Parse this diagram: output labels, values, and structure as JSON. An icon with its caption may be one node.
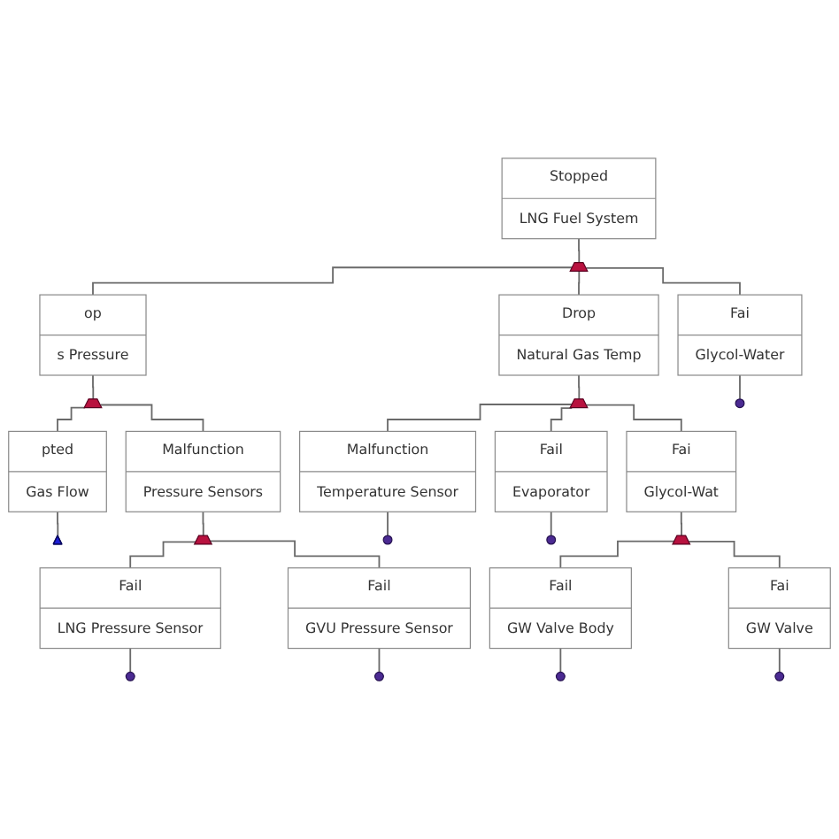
{
  "diagram": {
    "nodes": [
      {
        "text": [
          "Stopped",
          "LNG Fuel System"
        ]
      },
      {
        "text": [],
        "shape": "arch"
      },
      {
        "text": [
          "op",
          "s Pressure"
        ]
      },
      {
        "text": [
          "Drop",
          "Natural Gas Temp"
        ]
      },
      {
        "text": [
          "Fai",
          "Glycol-Water"
        ]
      },
      {
        "text": [],
        "shape": "arch"
      },
      {
        "text": [],
        "shape": "arch"
      },
      {
        "text": [],
        "shape": "circle"
      },
      {
        "text": [
          "pted",
          "Gas Flow"
        ]
      },
      {
        "text": [
          "Malfunction",
          "Pressure Sensors"
        ]
      },
      {
        "text": [
          "Malfunction",
          "Temperature Sensor"
        ]
      },
      {
        "text": [
          "Fail",
          "Evaporator"
        ]
      },
      {
        "text": [
          "Fai",
          "Glycol-Wat"
        ]
      },
      {
        "text": [],
        "shape": "triangle"
      },
      {
        "text": [],
        "shape": "arch"
      },
      {
        "text": [],
        "shape": "circle"
      },
      {
        "text": [],
        "shape": "circle"
      },
      {
        "text": [],
        "shape": "arch"
      },
      {
        "text": [
          "Fail",
          "LNG Pressure Sensor"
        ]
      },
      {
        "text": [
          "Fail",
          "GVU Pressure Sensor"
        ]
      },
      {
        "text": [
          "Fail",
          "GW Valve Body"
        ]
      },
      {
        "text": [
          "Fai",
          "GW Valve"
        ]
      },
      {
        "text": [],
        "shape": "circle"
      },
      {
        "text": [],
        "shape": "circle"
      },
      {
        "text": [],
        "shape": "circle"
      },
      {
        "text": [],
        "shape": "circle"
      }
    ],
    "edges": [
      {
        "from": 0,
        "to": 1,
        "arrow": "none"
      },
      {
        "from": 1,
        "to": 2,
        "arrow": "none"
      },
      {
        "from": 1,
        "to": 3,
        "arrow": "none"
      },
      {
        "from": 1,
        "to": 4,
        "arrow": "none"
      },
      {
        "from": 2,
        "to": 5,
        "arrow": "none"
      },
      {
        "from": 3,
        "to": 6,
        "arrow": "none"
      },
      {
        "from": 4,
        "to": 7,
        "arrow": "none"
      },
      {
        "from": 5,
        "to": 8,
        "arrow": "none"
      },
      {
        "from": 5,
        "to": 9,
        "arrow": "none"
      },
      {
        "from": 6,
        "to": 10,
        "arrow": "none"
      },
      {
        "from": 6,
        "to": 11,
        "arrow": "none"
      },
      {
        "from": 6,
        "to": 12,
        "arrow": "none"
      },
      {
        "from": 8,
        "to": 13,
        "arrow": "none"
      },
      {
        "from": 9,
        "to": 14,
        "arrow": "none"
      },
      {
        "from": 10,
        "to": 15,
        "arrow": "none"
      },
      {
        "from": 11,
        "to": 16,
        "arrow": "none"
      },
      {
        "from": 12,
        "to": 17,
        "arrow": "none"
      },
      {
        "from": 14,
        "to": 18,
        "arrow": "none"
      },
      {
        "from": 14,
        "to": 19,
        "arrow": "none"
      },
      {
        "from": 17,
        "to": 20,
        "arrow": "none"
      },
      {
        "from": 17,
        "to": 21,
        "arrow": "none"
      },
      {
        "from": 18,
        "to": 22,
        "arrow": "none"
      },
      {
        "from": 19,
        "to": 23,
        "arrow": "none"
      },
      {
        "from": 20,
        "to": 24,
        "arrow": "none"
      },
      {
        "from": 21,
        "to": 25,
        "arrow": "none"
      }
    ]
  }
}
